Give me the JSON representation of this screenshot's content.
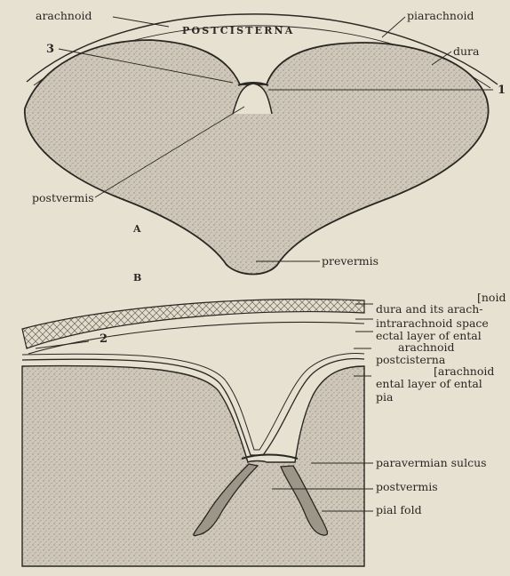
{
  "figure_a": {
    "letter": "A",
    "labels": {
      "arachnoid": "arachnoid",
      "postcisterna": "POSTCISTERNA",
      "piarachnoid": "piarachnoid",
      "dura": "dura",
      "n3": "3",
      "n1": "1",
      "postvermis": "postvermis",
      "prevermis": "prevermis"
    }
  },
  "figure_b": {
    "letter": "B",
    "labels": {
      "noid": "[noid",
      "dura_arach": "dura and its arach-",
      "intrarachnoid": "intrarachnoid space",
      "ectal1": "ectal layer of ental",
      "ectal2": "arachnoid",
      "postcisterna": "postcisterna",
      "arachnoid_br": "[arachnoid",
      "ental": "ental layer of ental",
      "pia": "pia",
      "n2": "2",
      "paravermian": "paravermian sulcus",
      "postvermis": "postvermis",
      "pial_fold": "pial fold"
    }
  },
  "colors": {
    "paper": "#e7e1d2",
    "tissue": "#c9c2b4",
    "ink": "#2a2622",
    "fold": "#8f877a"
  }
}
